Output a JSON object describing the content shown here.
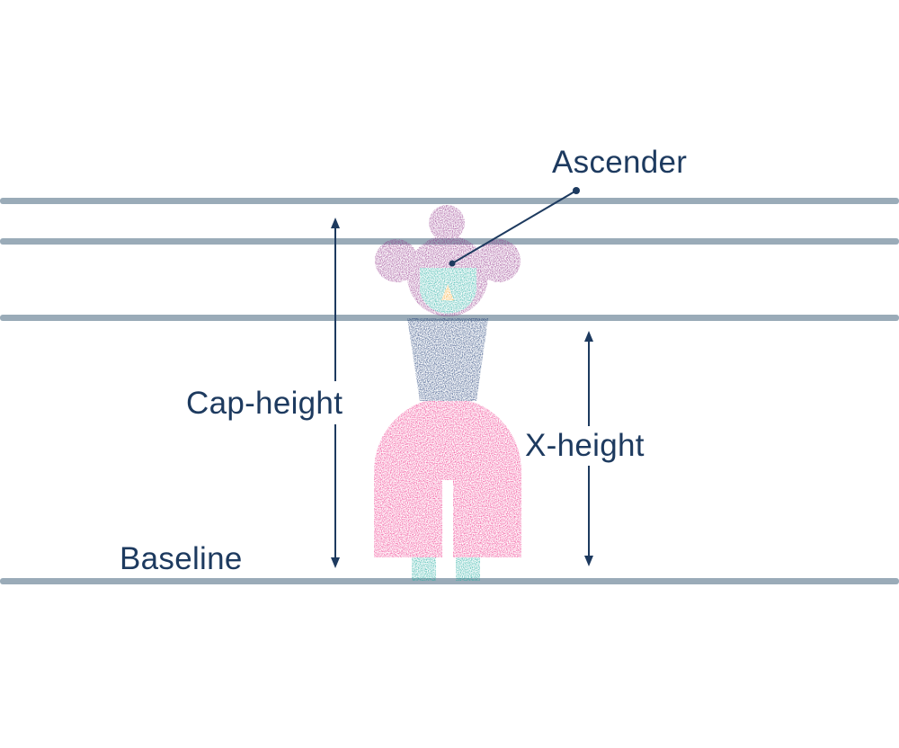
{
  "labels": {
    "ascender": "Ascender",
    "cap_height": "Cap-height",
    "x_height": "X-height",
    "baseline": "Baseline"
  },
  "colors": {
    "guide_line": "#9aabb8",
    "text": "#1d3a5f",
    "hair": "#8c2a83",
    "face": "#16a79a",
    "nose": "#f3a01e",
    "torso": "#15336f",
    "skirt": "#ee2480",
    "legs": "#16a79a",
    "pointer": "#1d3a5f"
  },
  "icons": {
    "figure": "typography-person-figure",
    "pointer": "callout-pointer-line"
  }
}
